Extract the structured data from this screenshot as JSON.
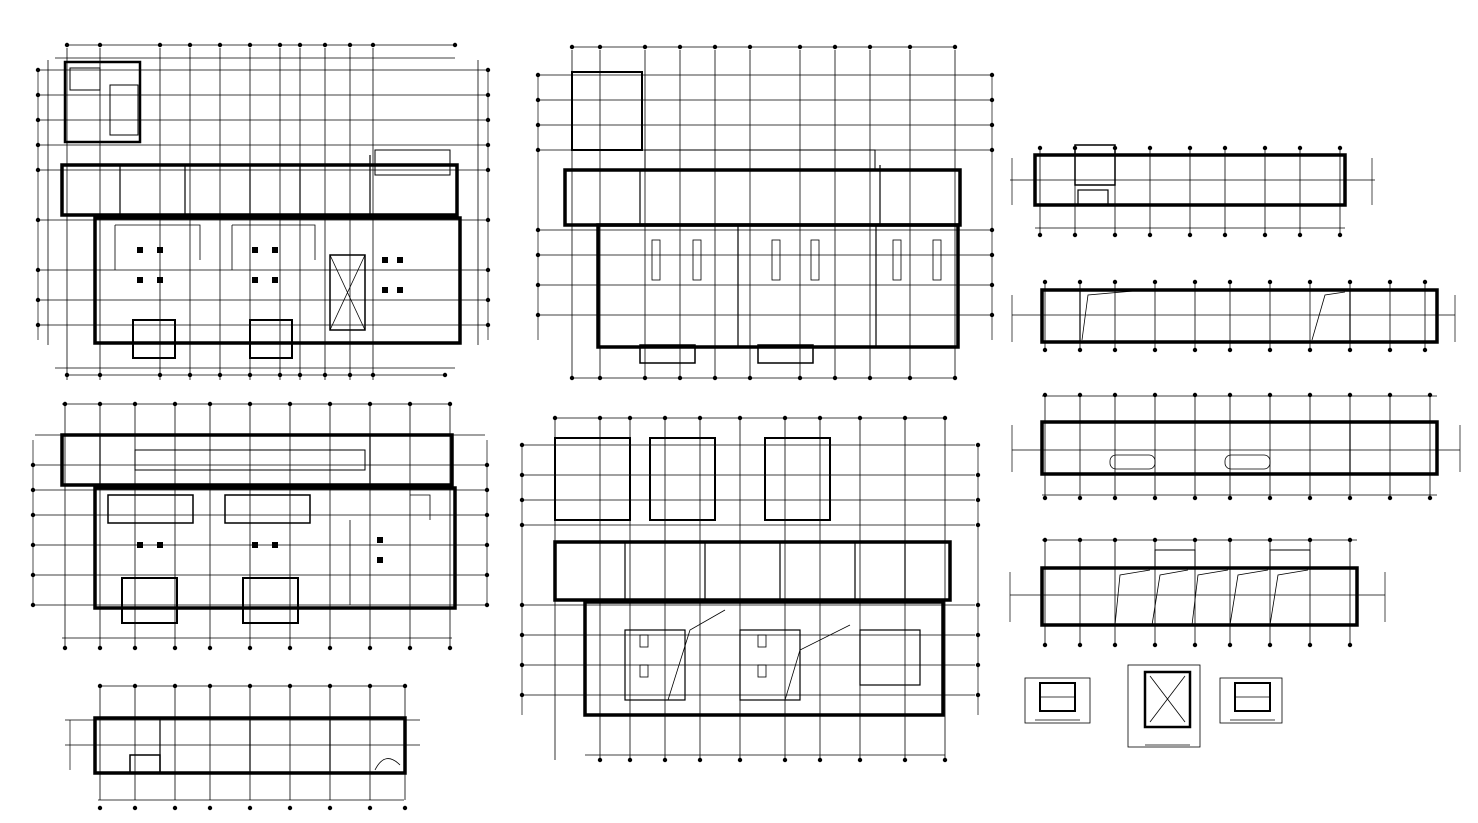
{
  "sheet": {
    "background": "#ffffff",
    "line_color": "#000000"
  },
  "plans": [
    {
      "id": "plan-a"
    },
    {
      "id": "plan-b"
    },
    {
      "id": "plan-c"
    },
    {
      "id": "plan-d"
    },
    {
      "id": "plan-e"
    },
    {
      "id": "plan-f"
    },
    {
      "id": "plan-g"
    },
    {
      "id": "plan-h"
    },
    {
      "id": "plan-i"
    },
    {
      "id": "plan-j"
    },
    {
      "id": "plan-k"
    },
    {
      "id": "plan-l"
    }
  ]
}
